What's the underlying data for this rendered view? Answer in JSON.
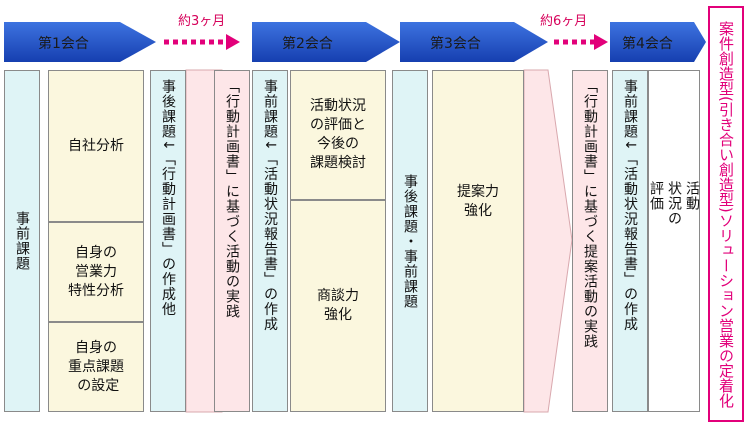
{
  "phases": [
    {
      "label": "第1会合"
    },
    {
      "label": "第2会合"
    },
    {
      "label": "第3会合"
    },
    {
      "label": "第4会合"
    }
  ],
  "intervals": [
    "約3ヶ月",
    "約6ヶ月"
  ],
  "goal": "案件創造型(引き合い創造型)ソリューション営業の定着化",
  "columns": {
    "pre_task_1": "事前課題",
    "analysis": [
      "自社分析",
      "自身の\n営業力\n特性分析",
      "自身の\n重点課題\n の設定"
    ],
    "post_task_1": "事後課題↓「行動計画書」の作成他",
    "practice_1": "「行動計画書」に基づく活動の実践",
    "pre_task_2": "事前課題↓「活動状況報告書」の作成",
    "meeting2": [
      "活動状況\nの評価と\n今後の\n課題検討",
      "商談力\n強化"
    ],
    "pre_post_3": "事後課題・事前課題",
    "meeting3": "提案力\n強化",
    "practice_2": "「行動計画書」に基づく提案活動の実践",
    "pre_task_4": "事前課題↓「活動状況報告書」の作成",
    "meeting4": "活動\n状況の\n評価"
  },
  "colors": {
    "banner_blue": "#1a4fc6",
    "banner_text": "#1a1a1a",
    "pink_accent": "#e2007a",
    "cyan_fill": "#dff4f6",
    "cream_fill": "#fbf7de",
    "pink_fill": "#fde6e8"
  }
}
